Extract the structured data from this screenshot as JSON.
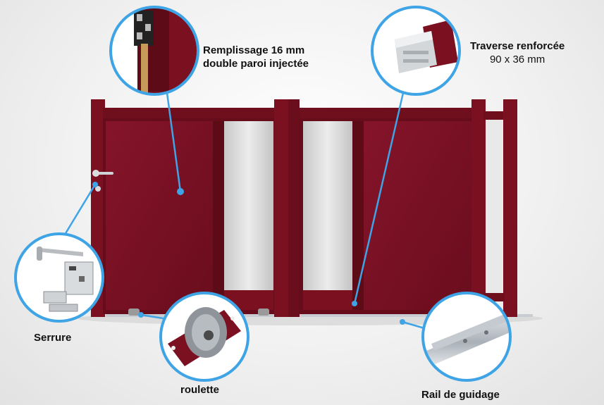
{
  "colors": {
    "gate_red": "#7a1020",
    "gate_red_dark": "#5e0b18",
    "callout_blue": "#3ea4e6",
    "panel_metal": "#d8d8d8"
  },
  "callouts": {
    "remplissage": {
      "line1": "Remplissage 16 mm",
      "line2": "double paroi injectée"
    },
    "traverse": {
      "line1": "Traverse renforcée",
      "line2": "90 x 36 mm"
    },
    "serrure": {
      "label": "Serrure"
    },
    "roulette": {
      "label": "roulette"
    },
    "rail": {
      "label": "Rail de guidage"
    }
  }
}
